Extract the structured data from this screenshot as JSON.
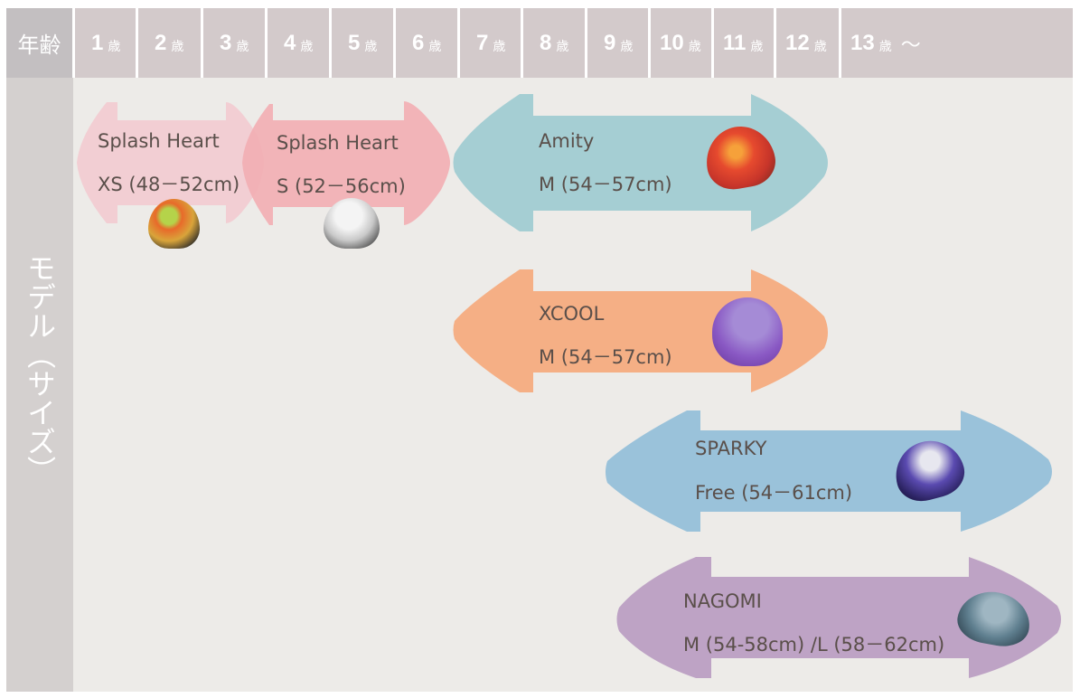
{
  "header": {
    "label": "年齢",
    "ages": [
      {
        "num": "1",
        "unit": "歳"
      },
      {
        "num": "2",
        "unit": "歳"
      },
      {
        "num": "3",
        "unit": "歳"
      },
      {
        "num": "4",
        "unit": "歳"
      },
      {
        "num": "5",
        "unit": "歳"
      },
      {
        "num": "6",
        "unit": "歳"
      },
      {
        "num": "7",
        "unit": "歳"
      },
      {
        "num": "8",
        "unit": "歳"
      },
      {
        "num": "9",
        "unit": "歳"
      },
      {
        "num": "10",
        "unit": "歳"
      },
      {
        "num": "11",
        "unit": "歳"
      },
      {
        "num": "12",
        "unit": "歳"
      },
      {
        "num": "13",
        "unit": "歳",
        "suffix": "〜"
      }
    ]
  },
  "side_label": "モデル（サイズ）",
  "models": [
    {
      "name": "Splash Heart",
      "size": "XS (48－52cm)",
      "color": "#f2c9cf",
      "age_from": 1,
      "age_to": 3,
      "helmet": "orange-green pattern helmet"
    },
    {
      "name": "Splash Heart",
      "size": "S (52－56cm)",
      "color": "#f2aeb3",
      "age_from": 3,
      "age_to": 6,
      "helmet": "white pattern helmet"
    },
    {
      "name": "Amity",
      "size": "M (54－57cm)",
      "color": "#a5ced3",
      "age_from": 7,
      "age_to": 12,
      "helmet": "red animal pattern helmet"
    },
    {
      "name": "XCOOL",
      "size": "M (54－57cm)",
      "color": "#f5af85",
      "age_from": 7,
      "age_to": 12,
      "helmet": "purple skate helmet"
    },
    {
      "name": "SPARKY",
      "size": "Free (54－61cm)",
      "color": "#9ac2da",
      "age_from": 9,
      "age_to": 13,
      "helmet": "purple-silver sport helmet"
    },
    {
      "name": "NAGOMI",
      "size": "M (54-58cm) /L (58－62cm)",
      "color": "#bea3c5",
      "age_from": 9,
      "age_to": 13,
      "helmet": "blue-grey sport helmet"
    }
  ]
}
